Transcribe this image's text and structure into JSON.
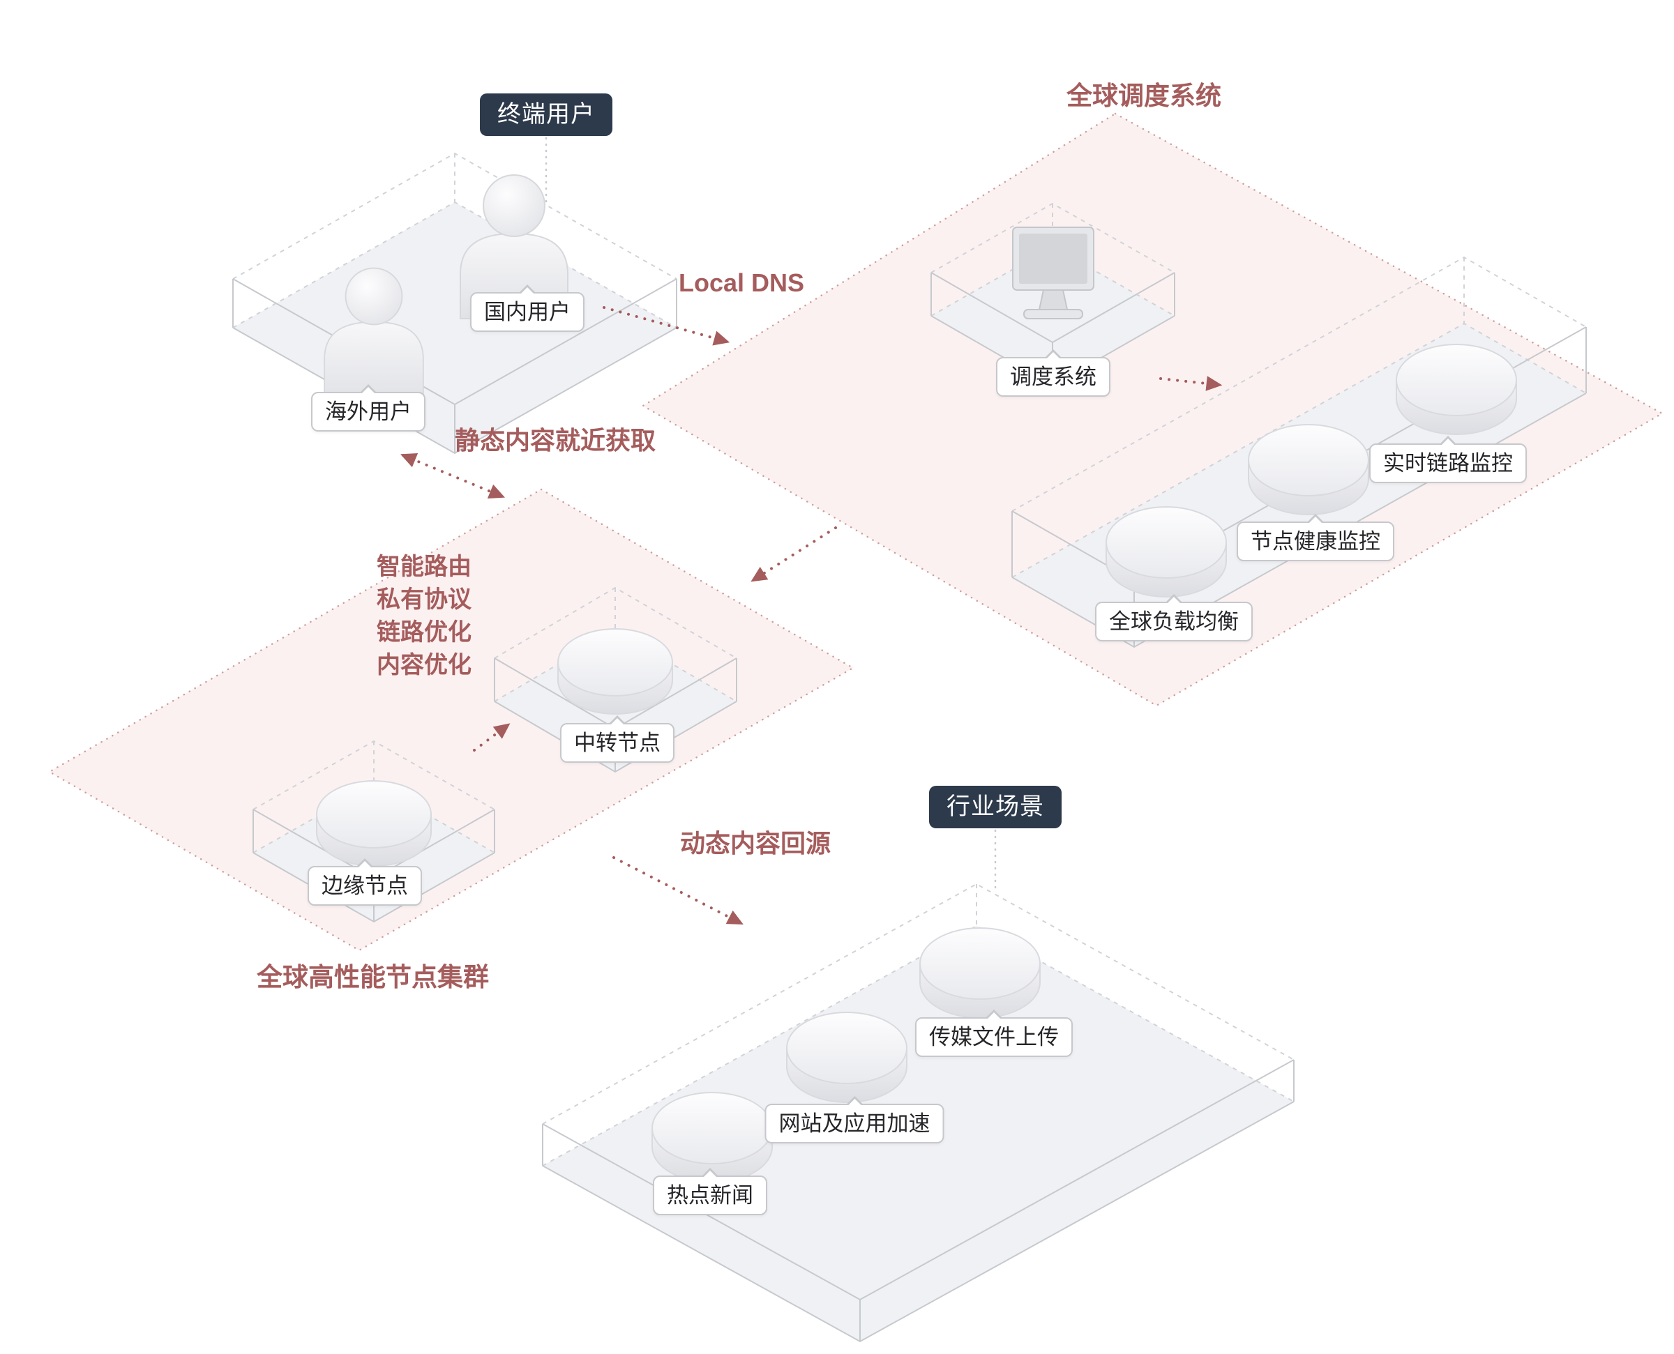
{
  "diagram": {
    "badges": {
      "end_users": "终端用户",
      "industry": "行业场景"
    },
    "region_titles": {
      "scheduling": "全球调度系统",
      "node_cluster": "全球高性能节点集群"
    },
    "nodes": {
      "domestic_user": "国内用户",
      "overseas_user": "海外用户",
      "scheduler": "调度系统",
      "link_monitor": "实时链路监控",
      "health_monitor": "节点健康监控",
      "load_balance": "全球负载均衡",
      "transit_node": "中转节点",
      "edge_node": "边缘节点",
      "media_upload": "传媒文件上传",
      "web_accel": "网站及应用加速",
      "hot_news": "热点新闻"
    },
    "flows": {
      "local_dns": "Local DNS",
      "static": "静态内容就近获取",
      "dynamic": "动态内容回源"
    },
    "features": [
      "智能路由",
      "私有协议",
      "链路优化",
      "内容优化"
    ],
    "colors": {
      "accent": "#A55C5C",
      "region_fill": "#FCF1F1",
      "region_border": "#CF9D9D",
      "badge_bg": "#2D3A4B",
      "box_line": "#C6C9CD",
      "floor_fill": "#F0F1F4"
    }
  }
}
